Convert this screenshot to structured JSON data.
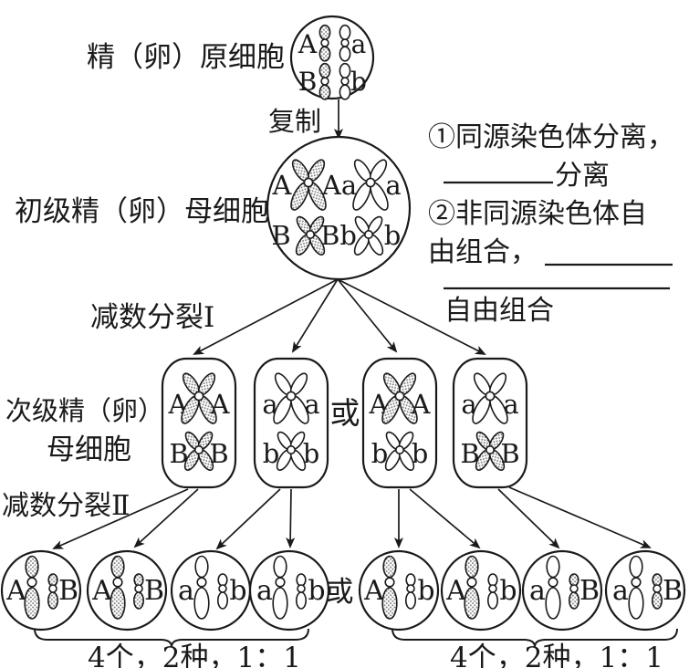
{
  "colors": {
    "ink": "#1a1a1a",
    "background": "#ffffff",
    "hatch_dot": "#7d7d7d"
  },
  "labels": {
    "spermatogonium": "精（卵）原细胞",
    "replicate": "复制",
    "primary_cell": "初级精（卵）母细胞",
    "meiosis_1": "减数分裂Ⅰ",
    "secondary_cell_line1": "次级精（卵）",
    "secondary_cell_line2": "母细胞",
    "meiosis_2": "减数分裂Ⅱ",
    "or_secondary": "或",
    "or_gametes": "或"
  },
  "notes": {
    "line1": "①同源染色体分离，",
    "line2": "分离",
    "line3": "②非同源染色体自",
    "line4": "由组合，",
    "line6": "自由组合"
  },
  "cells": {
    "spermatogonium": {
      "chromosomes": [
        {
          "label": "A",
          "hatched": true
        },
        {
          "label": "a",
          "hatched": false
        },
        {
          "label": "B",
          "hatched": true
        },
        {
          "label": "b",
          "hatched": false
        }
      ]
    },
    "primary": {
      "row1": {
        "left": "A",
        "mid": "Aa",
        "right": "a",
        "left_hatched": true,
        "right_hatched": false
      },
      "row2": {
        "left": "B",
        "mid": "Bb",
        "right": "b",
        "left_hatched": true,
        "right_hatched": false
      }
    },
    "secondary": [
      {
        "top": {
          "left": "A",
          "right": "A",
          "hatched": true
        },
        "bottom": {
          "left": "B",
          "right": "B",
          "hatched": true
        }
      },
      {
        "top": {
          "left": "a",
          "right": "a",
          "hatched": false
        },
        "bottom": {
          "left": "b",
          "right": "b",
          "hatched": false
        }
      },
      {
        "top": {
          "left": "A",
          "right": "A",
          "hatched": true
        },
        "bottom": {
          "left": "b",
          "right": "b",
          "hatched": false
        }
      },
      {
        "top": {
          "left": "a",
          "right": "a",
          "hatched": false
        },
        "bottom": {
          "left": "B",
          "right": "B",
          "hatched": true
        }
      }
    ],
    "gametes": [
      {
        "left": "A",
        "right": "B",
        "large_hatched": true,
        "small_hatched": true
      },
      {
        "left": "A",
        "right": "B",
        "large_hatched": true,
        "small_hatched": true
      },
      {
        "left": "a",
        "right": "b",
        "large_hatched": false,
        "small_hatched": false
      },
      {
        "left": "a",
        "right": "b",
        "large_hatched": false,
        "small_hatched": false
      },
      {
        "left": "A",
        "right": "b",
        "large_hatched": true,
        "small_hatched": false
      },
      {
        "left": "A",
        "right": "b",
        "large_hatched": true,
        "small_hatched": false
      },
      {
        "left": "a",
        "right": "B",
        "large_hatched": false,
        "small_hatched": true
      },
      {
        "left": "a",
        "right": "B",
        "large_hatched": false,
        "small_hatched": true
      }
    ]
  },
  "summaries": {
    "left": "4个，2种，1：1",
    "right": "4个，2种，1：1"
  }
}
